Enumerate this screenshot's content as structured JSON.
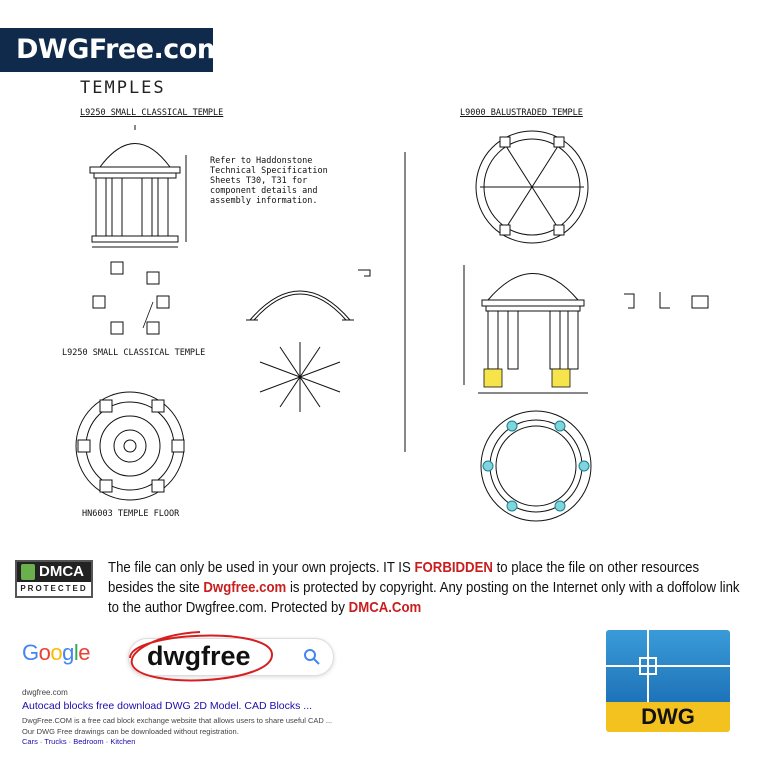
{
  "logo": {
    "text": "DWGFree.com"
  },
  "heading": "TEMPLES",
  "drawing": {
    "left_title": "L9250 SMALL CLASSICAL TEMPLE",
    "right_title": "L9000 BALUSTRADED TEMPLE",
    "note": "Refer to Haddonstone\nTechnical Specification\nSheets T30, T31 for\ncomponent details and\nassembly information.",
    "left_plan_label": "L9250 SMALL CLASSICAL TEMPLE",
    "floor_label": "HN6003 TEMPLE FLOOR"
  },
  "dmca": {
    "badge_top": "DMCA",
    "badge_bottom": "PROTECTED",
    "notice_part1": "The file can only be used in your own projects. IT IS ",
    "notice_forbidden": "FORBIDDEN",
    "notice_part2": " to place the file on other resources besides the site ",
    "notice_site": "Dwgfree.com",
    "notice_part3": " is protected by copyright. Any posting on the Internet only with a doffolow link to the author Dwgfree.com. Protected by ",
    "notice_dmca": "DMCA.Com"
  },
  "google": {
    "logo": "Google",
    "query": "dwgfree",
    "result_domain": "dwgfree.com",
    "result_title": "Autocad blocks free download DWG 2D Model. CAD Blocks ...",
    "snippet_line1": "DwgFree.COM is a free cad block exchange website that allows users to share useful CAD ...",
    "snippet_line2": "Our DWG Free drawings can be downloaded without registration.",
    "links": "Cars · Trucks · Bedroom · Kitchen"
  },
  "dwg_icon": {
    "label": "DWG"
  },
  "colors": {
    "navy": "#0f2a4a",
    "red": "#c81e1e",
    "link": "#1a0dab",
    "yellow": "#f4c21f",
    "blue": "#1e73b8"
  }
}
